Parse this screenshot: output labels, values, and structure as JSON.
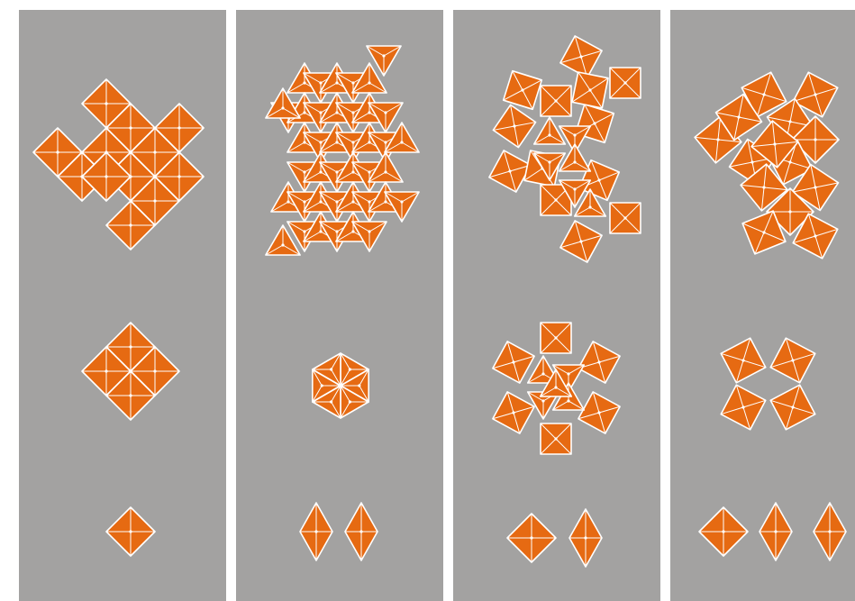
{
  "colors": {
    "background": "#ffffff",
    "panel": "#a3a2a1",
    "tile_fill": "#e66a12",
    "tile_stroke": "#ffffff"
  },
  "panels": [
    {
      "name": "square-tiling-panel",
      "tiling": "square"
    },
    {
      "name": "triangle-tiling-panel",
      "tiling": "triangle"
    },
    {
      "name": "mixed-tiling-panel",
      "tiling": "mixed"
    },
    {
      "name": "irregular-tiling-panel",
      "tiling": "irregular"
    }
  ]
}
